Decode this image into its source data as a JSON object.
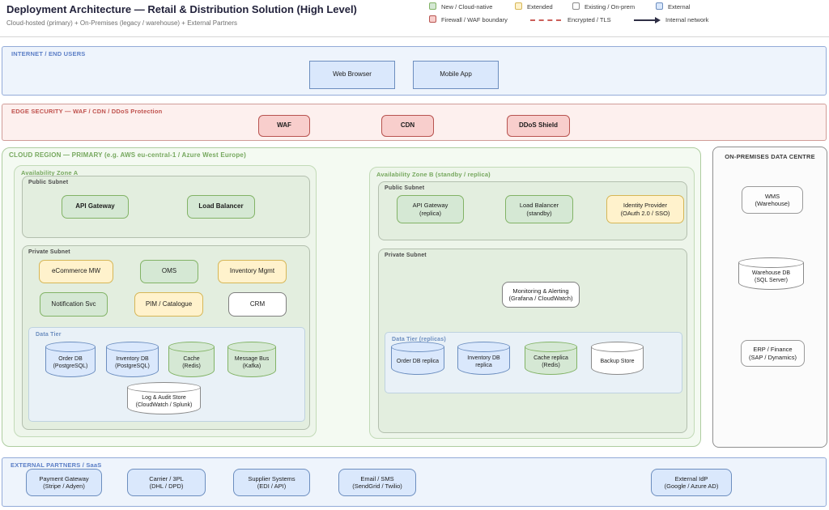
{
  "palette": {
    "green_fill": "#d5e8d4",
    "green_stroke": "#82b366",
    "yellow_fill": "#fff2cc",
    "yellow_stroke": "#d6b656",
    "blue_fill": "#dae8fc",
    "blue_stroke": "#6c8ebf",
    "red_fill": "#f8cecc",
    "red_stroke": "#b85450",
    "white_fill": "#ffffff",
    "white_stroke": "#7f7f7f"
  },
  "header": {
    "title": "Deployment Architecture — Retail & Distribution Solution (High Level)",
    "subtitle": "Cloud-hosted (primary) + On-Premises (legacy / warehouse) + External Partners"
  },
  "legend": {
    "new_cloud_native": "New / Cloud-native",
    "extended": "Extended",
    "existing_onprem": "Existing / On-prem",
    "external": "External",
    "firewall": "Firewall / WAF boundary",
    "encrypted": "Encrypted / TLS",
    "internal": "Internal network"
  },
  "internet_band": {
    "label": "INTERNET / END USERS",
    "web_browser": "Web Browser",
    "mobile_app": "Mobile App"
  },
  "edge_band": {
    "label": "EDGE SECURITY — WAF / CDN / DDoS Protection",
    "waf": "WAF",
    "cdn": "CDN",
    "ddos": "DDoS Shield"
  },
  "cloud_region": {
    "label": "CLOUD REGION — PRIMARY (e.g. AWS eu-central-1 / Azure West Europe)",
    "az_a": {
      "label": "Availability Zone A",
      "public_subnet": {
        "label": "Public Subnet",
        "api_gateway": "API Gateway",
        "load_balancer": "Load Balancer"
      },
      "private_subnet": {
        "label": "Private Subnet",
        "ecommerce": "eCommerce MW",
        "oms": "OMS",
        "inventory": "Inventory Mgmt",
        "notification": "Notification Svc",
        "pim": "PIM / Catalogue",
        "crm": "CRM",
        "data_tier": {
          "label": "Data Tier",
          "order_db": {
            "line1": "Order DB",
            "line2": "(PostgreSQL)"
          },
          "inventory_db": {
            "line1": "Inventory DB",
            "line2": "(PostgreSQL)"
          },
          "cache": {
            "line1": "Cache",
            "line2": "(Redis)"
          },
          "message_bus": {
            "line1": "Message Bus",
            "line2": "(Kafka)"
          },
          "log_store": {
            "line1": "Log & Audit Store",
            "line2": "(CloudWatch / Splunk)"
          }
        }
      }
    },
    "az_b": {
      "label": "Availability Zone B (standby / replica)",
      "public_subnet": {
        "label": "Public Subnet",
        "api_gateway": {
          "line1": "API Gateway",
          "line2": "(replica)"
        },
        "load_balancer": {
          "line1": "Load Balancer",
          "line2": "(standby)"
        },
        "identity_provider": {
          "line1": "Identity Provider",
          "line2": "(OAuth 2.0 / SSO)"
        }
      },
      "private_subnet": {
        "label": "Private Subnet",
        "monitoring": {
          "line1": "Monitoring & Alerting",
          "line2": "(Grafana / CloudWatch)"
        },
        "data_tier": {
          "label": "Data Tier (replicas)",
          "order_db": "Order DB replica",
          "inventory_db": "Inventory DB replica",
          "cache": {
            "line1": "Cache replica",
            "line2": "(Redis)"
          },
          "backup": "Backup Store"
        }
      }
    }
  },
  "onprem": {
    "label": "ON-PREMISES DATA CENTRE",
    "wms": {
      "line1": "WMS",
      "line2": "(Warehouse)"
    },
    "warehouse_db": {
      "line1": "Warehouse DB",
      "line2": "(SQL Server)"
    },
    "erp": {
      "line1": "ERP / Finance",
      "line2": "(SAP / Dynamics)"
    }
  },
  "external_band": {
    "label": "EXTERNAL PARTNERS / SaaS",
    "payment": {
      "line1": "Payment Gateway",
      "line2": "(Stripe / Adyen)"
    },
    "carrier": {
      "line1": "Carrier / 3PL",
      "line2": "(DHL / DPD)"
    },
    "supplier": {
      "line1": "Supplier Systems",
      "line2": "(EDI / API)"
    },
    "email": {
      "line1": "Email / SMS",
      "line2": "(SendGrid / Twilio)"
    },
    "idp": {
      "line1": "External IdP",
      "line2": "(Google / Azure AD)"
    }
  }
}
